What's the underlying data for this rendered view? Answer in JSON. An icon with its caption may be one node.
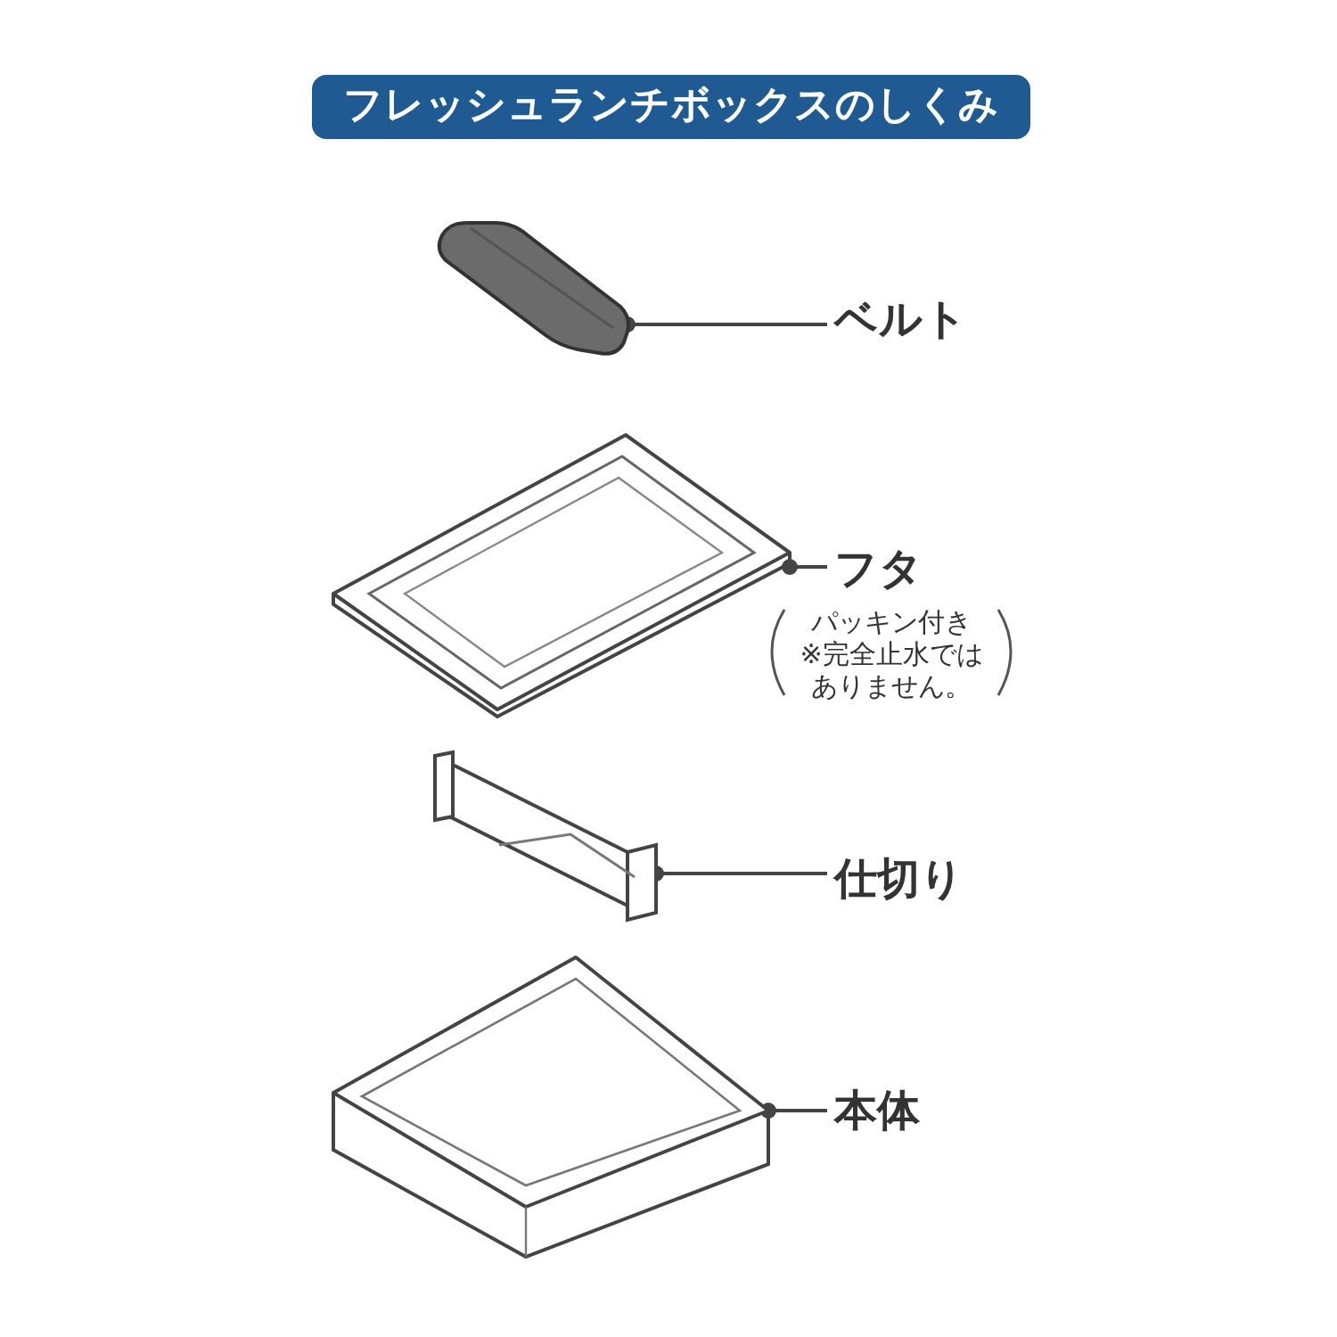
{
  "diagram": {
    "title": "フレッシュランチボックスのしくみ",
    "nodes": [
      {
        "text": [],
        "shape": "picture"
      },
      {
        "text": [
          "ベルト"
        ]
      },
      {
        "text": [],
        "shape": "picture"
      },
      {
        "text": [
          "フタ"
        ],
        "beside": [
          "パッキン付き",
          "※完全止水ではありません。"
        ]
      },
      {
        "text": [],
        "shape": "picture"
      },
      {
        "text": [
          "仕切り"
        ]
      },
      {
        "text": [],
        "shape": "picture"
      },
      {
        "text": [
          "本体"
        ]
      }
    ],
    "edges": [
      {
        "from": 1,
        "to": 0,
        "arrow": "other"
      },
      {
        "from": 3,
        "to": 2,
        "arrow": "other"
      },
      {
        "from": 5,
        "to": 4,
        "arrow": "other"
      },
      {
        "from": 7,
        "to": 6,
        "arrow": "other"
      }
    ]
  }
}
